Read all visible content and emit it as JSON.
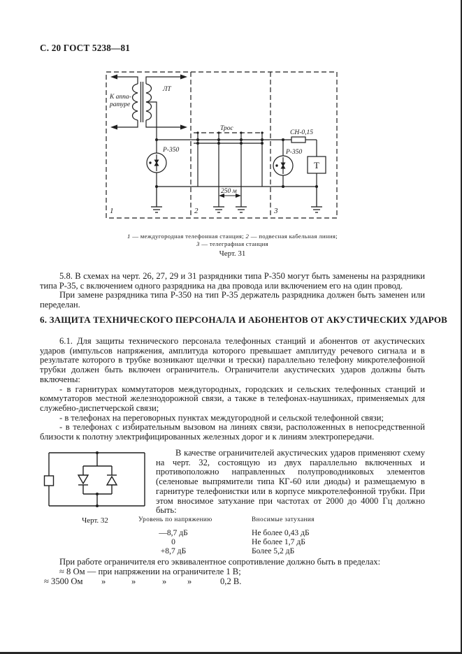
{
  "page": {
    "header": "С. 20 ГОСТ 5238—81"
  },
  "fig31": {
    "labels": {
      "k_appa1": "К аппа-",
      "k_appa2": "ратуре",
      "lt": "ЛТ",
      "p350_left": "Р-350",
      "tros": "Трос",
      "dist": "250 м",
      "p350_right": "Р-350",
      "fuse": "СН-0,15",
      "t_box": "Т",
      "sec1": "1",
      "sec2": "2",
      "sec3": "3"
    },
    "caption": {
      "n1": "1",
      "t1": "— междугородная телефонная станция;",
      "n2": "2",
      "t2": "— подвесная кабельная линия;",
      "n3": "3",
      "t3": "— телеграфная станция",
      "fig": "Черт. 31"
    }
  },
  "p58": {
    "para1": "5.8. В схемах на черт. 26, 27, 29 и 31 разрядники типа Р-350 могут быть заменены на разрядники типа Р-35, с включением одного разрядника на два провода или включением его на один провод.",
    "para2": "При замене разрядника типа Р-350 на тип Р-35 держатель разрядника должен быть заменен или переделан."
  },
  "section6": {
    "heading": "6. ЗАЩИТА ТЕХНИЧЕСКОГО ПЕРСОНАЛА И АБОНЕНТОВ ОТ АКУСТИЧЕСКИХ УДАРОВ",
    "p61_intro": "6.1. Для защиты технического персонала телефонных станций и абонентов от акустических ударов (импульсов напряжения, амплитуда которого превышает амплитуду речевого сигнала и в результате которого в трубке возникают щелчки и трески) параллельно телефону микротелефонной трубки должен быть включен ограничитель. Ограничители акустических ударов должны быть включены:",
    "bullet1": "- в гарнитурах коммутаторов междугородных, городских и сельских телефонных станций и коммутаторов местной железнодорожной связи, а также в телефонах-наушниках, применяемых для служебно-диспетчерской связи;",
    "bullet2": "- в телефонах на переговорных пунктах междугородной и сельской телефонной связи;",
    "bullet3": "- в телефонах с избирательным вызовом на линиях связи, расположенных в непосредственной близости к полотну электрифицированных железных дорог и к линиям электропередачи."
  },
  "fig32": {
    "caption": "Черт. 32",
    "wrapped_text": "В качестве ограничителей акустических ударов применяют схему на черт. 32, состоящую из двух параллельно включенных и противоположно направленных полупроводниковых элементов (селеновые выпрямители типа КГ-60 или диоды) и размещаемую в гарнитуре телефонистки или в корпусе микротелефонной трубки. При этом вносимое затухание при частотах от 2000 до 4000 Гц должно быть:"
  },
  "attenuation_table": {
    "col1_header": "Уровень по напряжению",
    "col2_header": "Вносимые затухания",
    "rows": [
      {
        "level": "—8,7 дБ",
        "att": "Не более 0,43 дБ"
      },
      {
        "level": "0",
        "att": "Не более 1,7 дБ"
      },
      {
        "level": "+8,7 дБ",
        "att": "Более 5,2 дБ"
      }
    ]
  },
  "resistance": {
    "intro": "При работе ограничителя его эквивалентное сопротивление должно быть в пределах:",
    "line1": "≈ 8 Ом — при напряжении на ограничителе 1 В;",
    "line2_prefix": "≈ 3500 Ом",
    "ditto": "»",
    "line2_value": "0,2 В."
  }
}
